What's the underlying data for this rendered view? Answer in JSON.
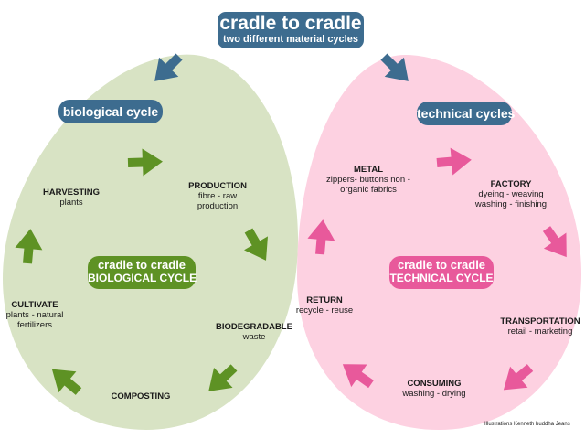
{
  "title": {
    "main": "cradle to cradle",
    "sub": "two different material cycles"
  },
  "biological": {
    "label": "biological cycle",
    "center_line1": "cradle to cradle",
    "center_line2": "BIOLOGICAL CYCLE",
    "fill_color": "#d8e3c4",
    "arrow_color": "#5e9224",
    "stages": {
      "production": {
        "name": "PRODUCTION",
        "desc": "fibre - raw production"
      },
      "biodegradable": {
        "name": "BIODEGRADABLE",
        "desc": "waste"
      },
      "composting": {
        "name": "COMPOSTING",
        "desc": ""
      },
      "cultivate": {
        "name": "CULTIVATE",
        "desc": "plants - natural fertilizers"
      },
      "harvesting": {
        "name": "HARVESTING",
        "desc": "plants"
      }
    }
  },
  "technical": {
    "label": "technical cycles",
    "center_line1": "cradle to cradle",
    "center_line2": "TECHNICAL CYCLE",
    "fill_color": "#fdd1e1",
    "arrow_color": "#e8599b",
    "stages": {
      "factory": {
        "name": "FACTORY",
        "desc": "dyeing - weaving washing - finishing"
      },
      "transportation": {
        "name": "TRANSPORTATION",
        "desc": "retail - marketing"
      },
      "consuming": {
        "name": "CONSUMING",
        "desc": "washing - drying"
      },
      "return": {
        "name": "RETURN",
        "desc": "recycle - reuse"
      },
      "metal": {
        "name": "METAL",
        "desc": "zippers- buttons non - organic fabrics"
      }
    }
  },
  "title_color": "#3d6c8f",
  "credit": "Illustrations Kenneth buddha Jeans"
}
